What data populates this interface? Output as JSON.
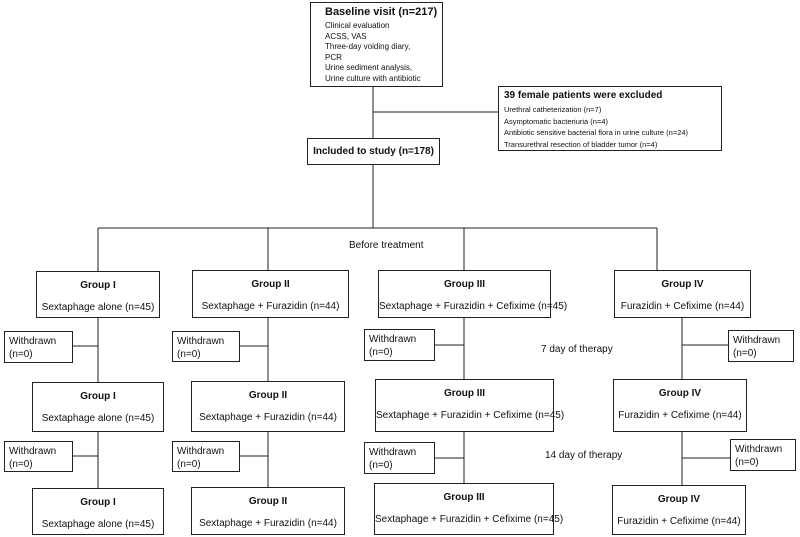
{
  "baseline": {
    "title": "Baseline visit (n=217)",
    "items": [
      "Clinical evaluation",
      "ACSS, VAS",
      "Three-day voiding diary,",
      "PCR",
      "Urine sediment analysis,",
      "Urine culture with antibiotic"
    ]
  },
  "excluded": {
    "title": "39 female patients were excluded",
    "items": [
      "Urethral catheterization (n=7)",
      "Asymptomatic bacteriuria (n=4)",
      "Antibiotic sensitive bacterial flora in urine culture (n=24)",
      "Transurethral resection of bladder tumor (n=4)"
    ]
  },
  "included": {
    "title": "Included to study (n=178)"
  },
  "phases": {
    "before": "Before treatment",
    "day7": "7 day of therapy",
    "day14": "14 day of therapy"
  },
  "groups": [
    {
      "title": "Group I",
      "desc": "Sextaphage alone (n=45)"
    },
    {
      "title": "Group II",
      "desc": "Sextaphage + Furazidin (n=44)"
    },
    {
      "title": "Group III",
      "desc": "Sextaphage + Furazidin + Cefixime (n=45)"
    },
    {
      "title": "Group IV",
      "desc": "Furazidin + Cefixime (n=44)"
    }
  ],
  "withdrawn": {
    "label": "Withdrawn",
    "count": "(n=0)"
  }
}
